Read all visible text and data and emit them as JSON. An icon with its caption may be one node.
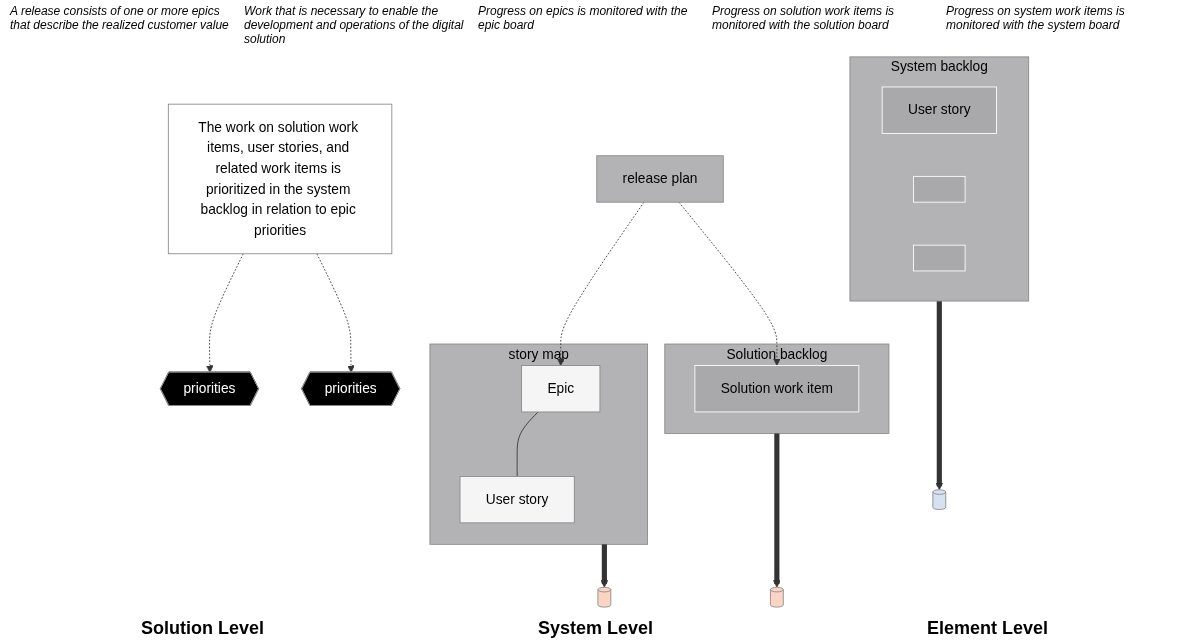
{
  "diagram": {
    "nodes": [
      {
        "text": [
          "release plan"
        ]
      },
      {
        "text": [
          "Solution backlog"
        ]
      },
      {
        "text": [
          "Solution work item"
        ],
        "in": 1
      },
      {
        "text": [
          "story map"
        ]
      },
      {
        "text": [
          "Epic"
        ],
        "in": 3
      },
      {
        "text": [
          "User story"
        ],
        "in": 3
      },
      {
        "text": [
          "priorities"
        ]
      },
      {
        "text": [
          "priorities"
        ]
      },
      {
        "text": [
          "System backlog"
        ]
      },
      {
        "text": [
          "User story"
        ],
        "in": 8
      },
      {
        "text": [],
        "shape": "box",
        "in": 8
      },
      {
        "text": [],
        "shape": "box",
        "in": 8
      },
      {
        "text": [],
        "shape": "picture"
      },
      {
        "text": [],
        "shape": "picture"
      },
      {
        "text": [],
        "shape": "picture"
      },
      {
        "text": [
          "The work on solution work items, user stories, and related work items is prioritized in the system backlog in relation to epic priorities"
        ]
      }
    ],
    "edges": [
      {
        "from": 0,
        "to": 4,
        "arrow": "to",
        "style": "dashed"
      },
      {
        "from": 0,
        "to": 2,
        "arrow": "to",
        "style": "dashed"
      },
      {
        "from": 4,
        "to": 5,
        "arrow": "none"
      },
      {
        "from": 1,
        "to": 12,
        "arrow": "to",
        "style": "thick"
      },
      {
        "from": 3,
        "to": 13,
        "arrow": "to",
        "style": "thick"
      },
      {
        "from": 8,
        "to": 14,
        "arrow": "to",
        "style": "thick"
      },
      {
        "from": 15,
        "to": 6,
        "arrow": "to",
        "style": "dashed"
      },
      {
        "from": 15,
        "to": 7,
        "arrow": "to",
        "style": "dashed"
      }
    ],
    "labels": [
      "A release consists of one or more epics that describe the realized customer value",
      "Work that is necessary to enable the development and operations of the digital solution",
      "Progress on epics is monitored with the epic board",
      "Progress on solution work items is monitored with the solution board",
      "Progress on system work items is monitored with the system board",
      "Solution Level",
      "System Level",
      "Element Level"
    ]
  }
}
